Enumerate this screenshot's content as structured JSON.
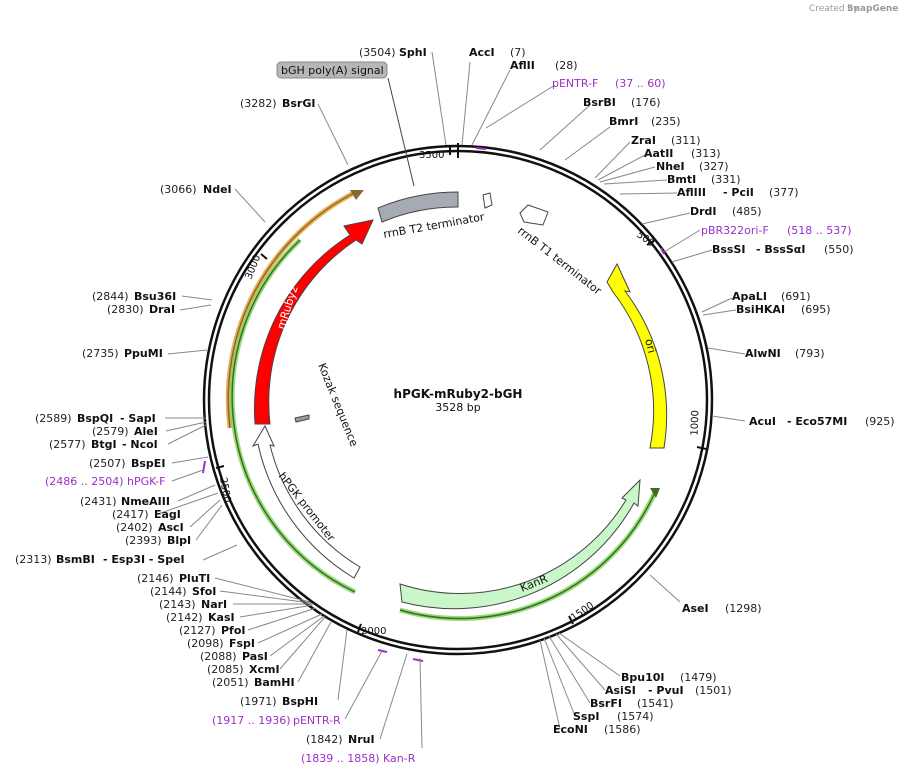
{
  "branding": {
    "created_by": "Created by",
    "app": "SnapGene"
  },
  "plasmid": {
    "name": "hPGK-mRuby2-bGH",
    "length": "3528 bp"
  },
  "ticks": [
    "500",
    "1000",
    "1500",
    "2000",
    "2500",
    "3000",
    "3500"
  ],
  "features": [
    {
      "name": "mRuby2",
      "color": "#ff0000"
    },
    {
      "name": "rrnB T2 terminator",
      "color": "#a6abb3"
    },
    {
      "name": "rrnB T1 terminator",
      "color": "#ffffff"
    },
    {
      "name": "ori",
      "color": "#ffff00"
    },
    {
      "name": "KanR",
      "color": "#c9f7c9"
    },
    {
      "name": "hPGK promoter",
      "color": "#ffffff"
    },
    {
      "name": "Kozak sequence",
      "color": "#999999"
    },
    {
      "name": "bGH poly(A) signal",
      "color": "#b7b7b7"
    }
  ],
  "right_sites": [
    {
      "pos": "(7)",
      "name": "AccI"
    },
    {
      "pos": "(28)",
      "name": "AflII"
    },
    {
      "pos": "(37 .. 60)",
      "name": "pENTR-F",
      "primer": true
    },
    {
      "pos": "(176)",
      "name": "BsrBI"
    },
    {
      "pos": "(235)",
      "name": "BmrI"
    },
    {
      "pos": "(311)",
      "name": "ZraI"
    },
    {
      "pos": "(313)",
      "name": "AatII"
    },
    {
      "pos": "(327)",
      "name": "NheI"
    },
    {
      "pos": "(331)",
      "name": "BmtI"
    },
    {
      "pos": "(377)",
      "name": "AflIII",
      "name2": "- PciI"
    },
    {
      "pos": "(485)",
      "name": "DrdI"
    },
    {
      "pos": "(518 .. 537)",
      "name": "pBR322ori-F",
      "primer": true
    },
    {
      "pos": "(550)",
      "name": "BssSI",
      "name2": "- BssSαI"
    },
    {
      "pos": "(691)",
      "name": "ApaLI"
    },
    {
      "pos": "(695)",
      "name": "BsiHKAI"
    },
    {
      "pos": "(793)",
      "name": "AlwNI"
    },
    {
      "pos": "(925)",
      "name": "AcuI",
      "name2": "- Eco57MI"
    },
    {
      "pos": "(1298)",
      "name": "AseI"
    },
    {
      "pos": "(1479)",
      "name": "Bpu10I"
    },
    {
      "pos": "(1501)",
      "name": "AsiSI",
      "name2": "- PvuI"
    },
    {
      "pos": "(1541)",
      "name": "BsrFI"
    },
    {
      "pos": "(1574)",
      "name": "SspI"
    },
    {
      "pos": "(1586)",
      "name": "EcoNI"
    }
  ],
  "left_sites": [
    {
      "pos": "(3504)",
      "name": "SphI"
    },
    {
      "pos": "(3282)",
      "name": "BsrGI"
    },
    {
      "pos": "(3066)",
      "name": "NdeI"
    },
    {
      "pos": "(2844)",
      "name": "Bsu36I"
    },
    {
      "pos": "(2830)",
      "name": "DraI"
    },
    {
      "pos": "(2735)",
      "name": "PpuMI"
    },
    {
      "pos": "(2589)",
      "name": "BspQI",
      "name2": "- SapI"
    },
    {
      "pos": "(2579)",
      "name": "AleI"
    },
    {
      "pos": "(2577)",
      "name": "BtgI",
      "name2": "- NcoI"
    },
    {
      "pos": "(2507)",
      "name": "BspEI"
    },
    {
      "pos": "(2486 .. 2504)",
      "name": "hPGK-F",
      "primer": true
    },
    {
      "pos": "(2431)",
      "name": "NmeAIII"
    },
    {
      "pos": "(2417)",
      "name": "EagI"
    },
    {
      "pos": "(2402)",
      "name": "AscI"
    },
    {
      "pos": "(2393)",
      "name": "BlpI"
    },
    {
      "pos": "(2313)",
      "name": "BsmBI",
      "name2": "- Esp3I - SpeI"
    },
    {
      "pos": "(2146)",
      "name": "PluTI"
    },
    {
      "pos": "(2144)",
      "name": "SfoI"
    },
    {
      "pos": "(2143)",
      "name": "NarI"
    },
    {
      "pos": "(2142)",
      "name": "KasI"
    },
    {
      "pos": "(2127)",
      "name": "PfoI"
    },
    {
      "pos": "(2098)",
      "name": "FspI"
    },
    {
      "pos": "(2088)",
      "name": "PasI"
    },
    {
      "pos": "(2085)",
      "name": "XcmI"
    },
    {
      "pos": "(2051)",
      "name": "BamHI"
    },
    {
      "pos": "(1971)",
      "name": "BspHI"
    },
    {
      "pos": "(1917 .. 1936)",
      "name": "pENTR-R",
      "primer": true
    },
    {
      "pos": "(1842)",
      "name": "NruI"
    },
    {
      "pos": "(1839 .. 1858)",
      "name": "Kan-R",
      "primer": true
    }
  ]
}
